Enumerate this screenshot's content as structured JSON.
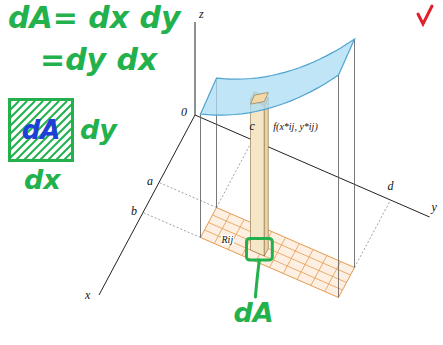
{
  "diagram": {
    "nodes": [
      {
        "text": [
          "dA"
        ]
      }
    ],
    "labels": [
      "dA= dx dy",
      "=dy dx",
      "dy",
      "dx",
      "z",
      "0",
      "a",
      "b",
      "c",
      "d",
      "x",
      "y",
      "f(x*ij, y*ij)",
      "Rij",
      "dA"
    ]
  }
}
